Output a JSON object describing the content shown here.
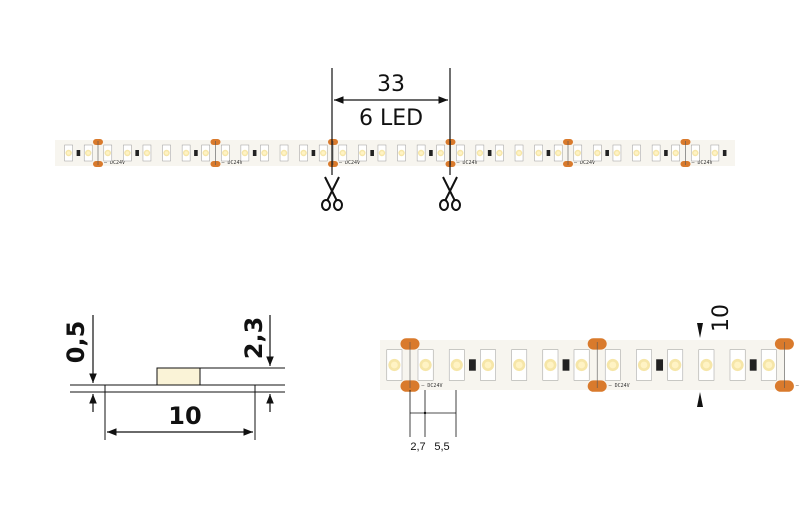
{
  "top_strip": {
    "segment_length_label": "33",
    "segment_led_label": "6 LED",
    "pcb_label": "DC24V"
  },
  "cross_section": {
    "thickness_label": "0,5",
    "height_label": "2,3",
    "width_label": "10"
  },
  "detail_strip": {
    "width_label": "10",
    "pad_offset_label": "2,7",
    "led_pitch_label": "5,5",
    "pcb_label": "DC24V"
  },
  "colors": {
    "led": "#f6e6a8",
    "led_core": "#fff3c4",
    "pad": "#d97a2c",
    "strip": "#f7f5ef",
    "line": "#111111"
  }
}
